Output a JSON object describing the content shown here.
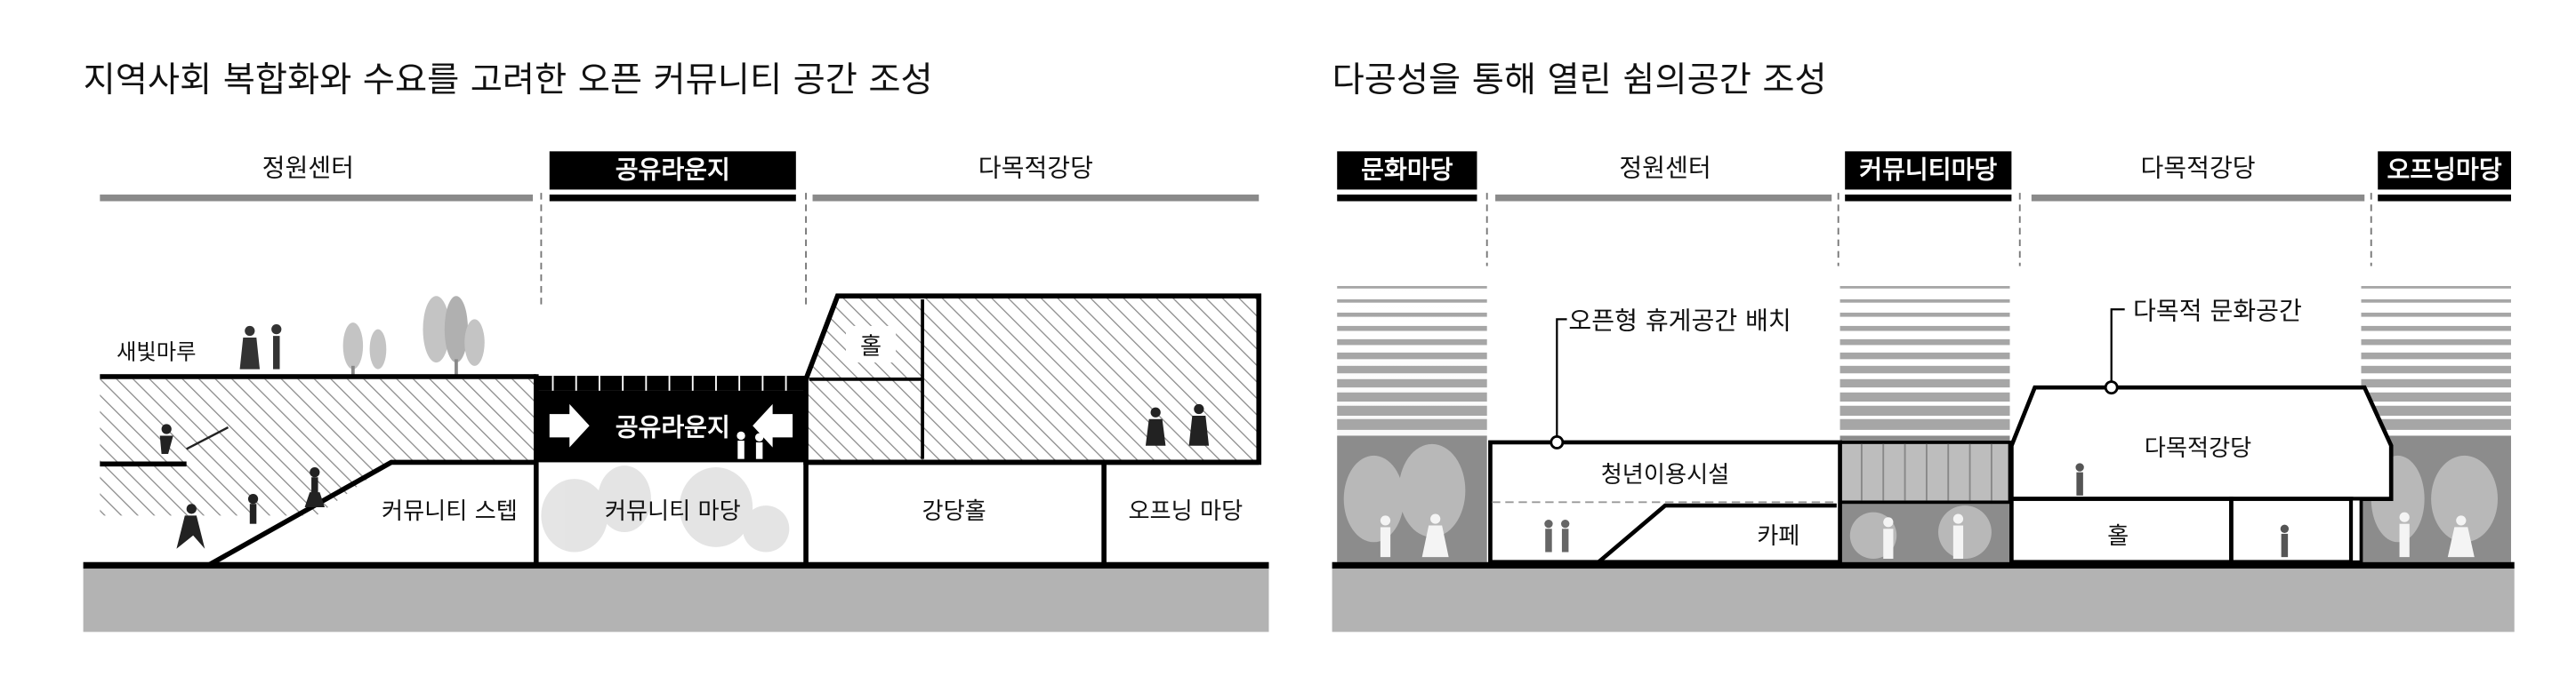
{
  "left": {
    "title": "지역사회 복합화와 수요를 고려한 오픈 커뮤니티 공간 조성",
    "zones": [
      "정원센터",
      "공유라운지",
      "다목적강당"
    ],
    "labels": {
      "rooftop": "새빛마루",
      "lounge_banner": "공유라운지",
      "community_step": "커뮤니티 스텝",
      "community_yard": "커뮤니티 마당",
      "auditorium_hall": "강당홀",
      "hall": "홀",
      "opening_yard": "오프닝 마당"
    }
  },
  "right": {
    "title": "다공성을 통해 열린 쉼의공간 조성",
    "zones": [
      "문화마당",
      "정원센터",
      "커뮤니티마당",
      "다목적강당",
      "오프닝마당"
    ],
    "labels": {
      "callout_rest": "오픈형 휴게공간 배치",
      "callout_culture": "다목적 문화공간",
      "youth_facility": "청년이용시설",
      "cafe": "카페",
      "auditorium": "다목적강당",
      "hall": "홀"
    }
  },
  "colors": {
    "accent_black": "#000000",
    "rule_gray": "#8a8a8a",
    "ground_gray": "#b3b3b3",
    "hatch_gray": "#9a9a9a",
    "foliage_gray": "#8c8c8c"
  }
}
